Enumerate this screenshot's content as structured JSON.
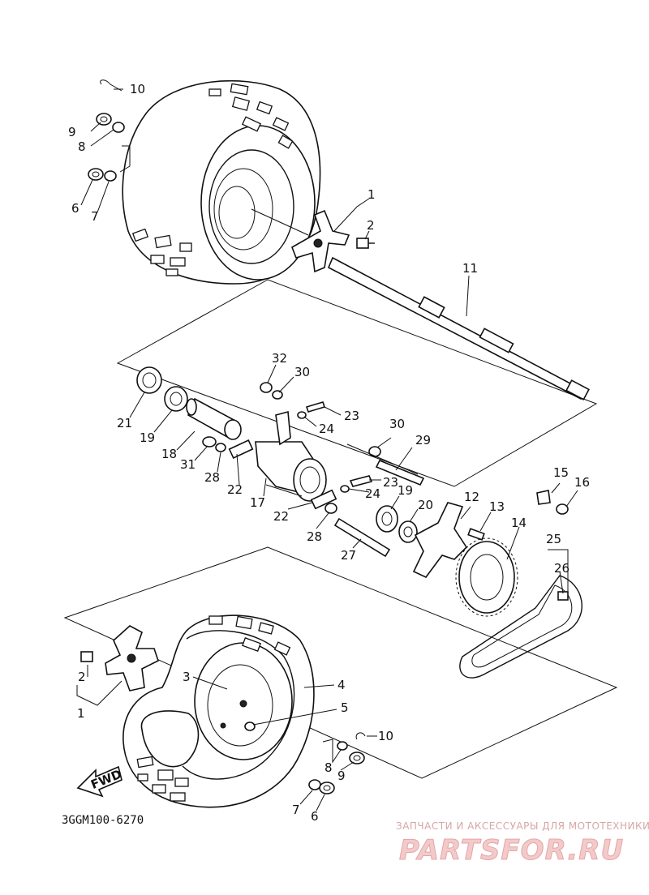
{
  "diagram_code": "3GGM100-6270",
  "fwd_label": "FWD",
  "watermark": {
    "caption": "ЗАПЧАСТИ И АКСЕССУАРЫ ДЛЯ МОТОТЕХНИКИ",
    "logo": "PARTSFOR.RU"
  },
  "callouts": {
    "c1_top": "1",
    "c2_top": "2",
    "c6_top": "6",
    "c7_top": "7",
    "c8_top": "8",
    "c9_top": "9",
    "c10_top": "10",
    "c11": "11",
    "c32": "32",
    "c30_a": "30",
    "c23_a": "23",
    "c24_a": "24",
    "c21": "21",
    "c19_a": "19",
    "c18": "18",
    "c31": "31",
    "c28_a": "28",
    "c22_a": "22",
    "c17": "17",
    "c22_b": "22",
    "c28_b": "28",
    "c27": "27",
    "c30_b": "30",
    "c29": "29",
    "c23_b": "23",
    "c24_b": "24",
    "c19_b": "19",
    "c20": "20",
    "c12": "12",
    "c13": "13",
    "c14": "14",
    "c15": "15",
    "c16": "16",
    "c25": "25",
    "c26": "26",
    "c2_bot": "2",
    "c1_bot": "1",
    "c3": "3",
    "c4": "4",
    "c5": "5",
    "c10_bot": "10",
    "c8_bot": "8",
    "c9_bot": "9",
    "c7_bot": "7",
    "c6_bot": "6"
  }
}
